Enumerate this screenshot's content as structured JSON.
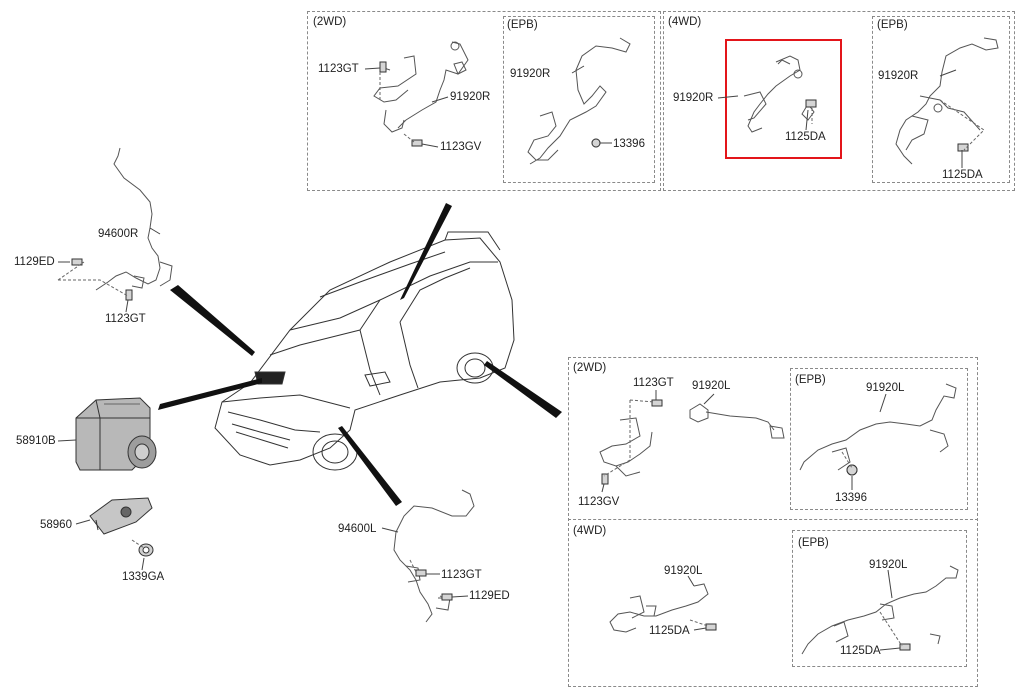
{
  "groups": {
    "front_2wd": "(2WD)",
    "front_2wd_epb": "(EPB)",
    "front_4wd": "(4WD)",
    "front_4wd_epb": "(EPB)",
    "rear_2wd": "(2WD)",
    "rear_2wd_epb": "(EPB)",
    "rear_4wd": "(4WD)",
    "rear_4wd_epb": "(EPB)"
  },
  "parts": {
    "p_1123GT_a": "1123GT",
    "p_91920R_a": "91920R",
    "p_1123GV_a": "1123GV",
    "p_91920R_b": "91920R",
    "p_13396_a": "13396",
    "p_91920R_c": "91920R",
    "p_1125DA_a": "1125DA",
    "p_91920R_d": "91920R",
    "p_1125DA_b": "1125DA",
    "p_94600R": "94600R",
    "p_1129ED_a": "1129ED",
    "p_1123GT_b": "1123GT",
    "p_58910B": "58910B",
    "p_58960": "58960",
    "p_1339GA": "1339GA",
    "p_94600L": "94600L",
    "p_1123GT_c": "1123GT",
    "p_1129ED_b": "1129ED",
    "p_1123GT_d": "1123GT",
    "p_91920L_a": "91920L",
    "p_1123GV_b": "1123GV",
    "p_91920L_b": "91920L",
    "p_13396_b": "13396",
    "p_91920L_c": "91920L",
    "p_1125DA_c": "1125DA",
    "p_91920L_d": "91920L",
    "p_1125DA_d": "1125DA"
  },
  "colors": {
    "highlight": "#e3151a",
    "line": "#555555",
    "dash": "#8a8a8a",
    "pointer": "#111111"
  }
}
